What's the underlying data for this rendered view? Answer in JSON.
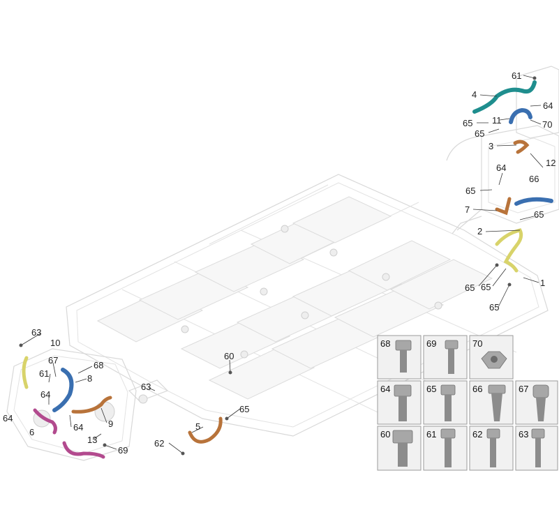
{
  "callouts": {
    "c61_top": "61",
    "c4": "4",
    "c64_top": "64",
    "c65_a": "65",
    "c11": "11",
    "c70_top": "70",
    "c65_b": "65",
    "c3": "3",
    "c64_mid": "64",
    "c12": "12",
    "c66_top": "66",
    "c65_c": "65",
    "c7": "7",
    "c65_d": "65",
    "c2": "2",
    "c65_e": "65",
    "c65_f": "65",
    "c1": "1",
    "c65_g": "65",
    "c63_left": "63",
    "c10": "10",
    "c67_left": "67",
    "c61_left": "61",
    "c68_left": "68",
    "c8": "8",
    "c64_l1": "64",
    "c64_l2": "64",
    "c6": "6",
    "c64_l3": "64",
    "c9": "9",
    "c13": "13",
    "c69_left": "69",
    "c63_mid": "63",
    "c60_mid": "60",
    "c65_low": "65",
    "c5": "5",
    "c62_low": "62"
  },
  "legend": {
    "b68": "68",
    "b69": "69",
    "b70": "70",
    "b64": "64",
    "b65": "65",
    "b66": "66",
    "b67": "67",
    "b60": "60",
    "b61": "61",
    "b62": "62",
    "b63": "63"
  },
  "colors": {
    "teal": "#1f8e8e",
    "blue": "#3a6fb0",
    "copper": "#b8733a",
    "yellow": "#d8d36a",
    "magenta": "#b24a8e",
    "frame": "#d8d8d8"
  }
}
